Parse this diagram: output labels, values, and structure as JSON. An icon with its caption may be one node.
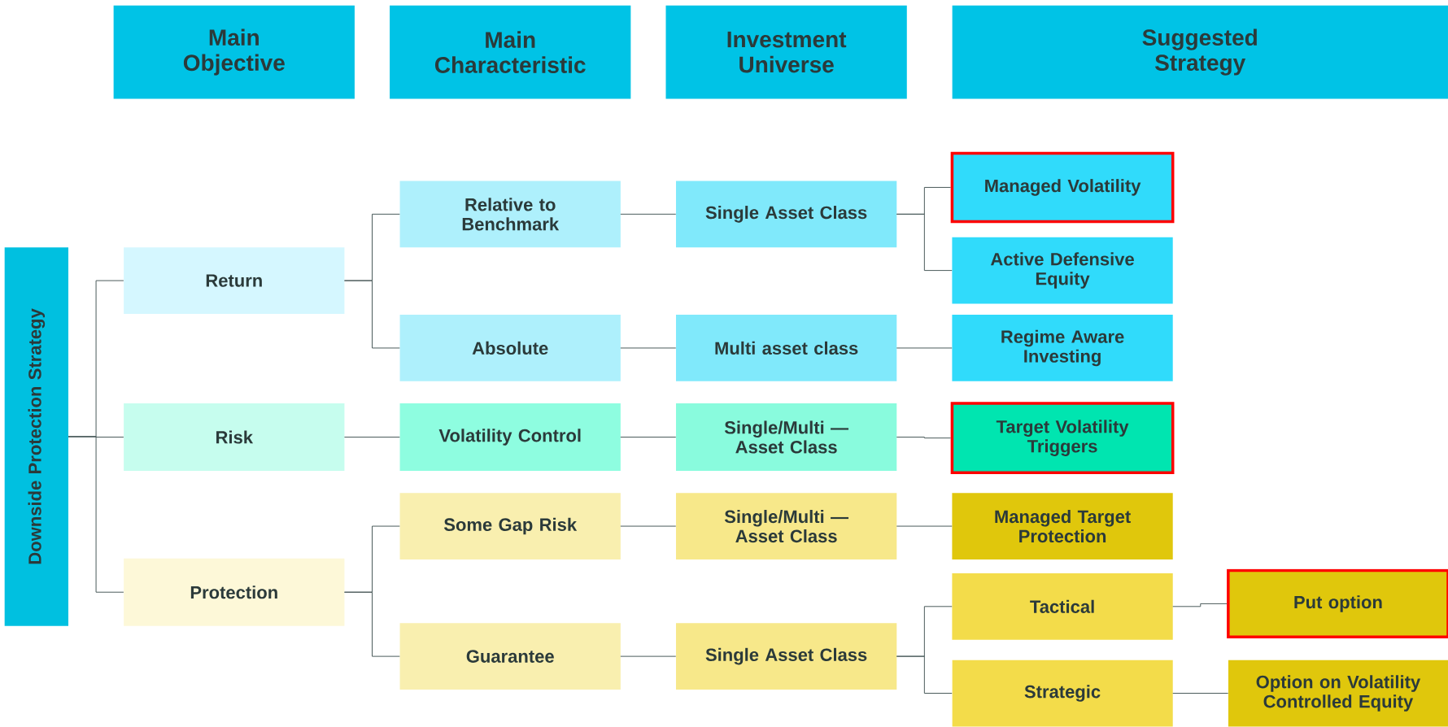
{
  "diagram": {
    "nodes": [
      {
        "text": [
          "Main Objective"
        ]
      },
      {
        "text": [
          "Main Characteristic"
        ]
      },
      {
        "text": [
          "Investment Universe"
        ]
      },
      {
        "text": [
          "Suggested Strategy"
        ]
      },
      {
        "text": [
          "Downside Protection Strategy"
        ]
      },
      {
        "text": [
          "Return"
        ]
      },
      {
        "text": [
          "Risk"
        ]
      },
      {
        "text": [
          "Protection"
        ]
      },
      {
        "text": [
          "Relative to Benchmark"
        ]
      },
      {
        "text": [
          "Absolute"
        ]
      },
      {
        "text": [
          "Volatility Control"
        ]
      },
      {
        "text": [
          "Some Gap Risk"
        ]
      },
      {
        "text": [
          "Guarantee"
        ]
      },
      {
        "text": [
          "Single Asset Class"
        ]
      },
      {
        "text": [
          "Multi asset class"
        ]
      },
      {
        "text": [
          "Single/Multi — Asset Class"
        ]
      },
      {
        "text": [
          "Single/Multi — Asset Class"
        ]
      },
      {
        "text": [
          "Single Asset Class"
        ]
      },
      {
        "text": [
          "Managed Volatility"
        ]
      },
      {
        "text": [
          "Active Defensive Equity"
        ]
      },
      {
        "text": [
          "Regime Aware Investing"
        ]
      },
      {
        "text": [
          "Target Volatility Triggers"
        ]
      },
      {
        "text": [
          "Managed Target Protection"
        ]
      },
      {
        "text": [
          "Tactical"
        ]
      },
      {
        "text": [
          "Strategic"
        ]
      },
      {
        "text": [
          "Put option"
        ]
      },
      {
        "text": [
          "Option on Volatility Controlled Equity"
        ]
      }
    ],
    "edges": [
      {
        "from": 4,
        "to": 5,
        "arrow": "none"
      },
      {
        "from": 4,
        "to": 6,
        "arrow": "none"
      },
      {
        "from": 4,
        "to": 7,
        "arrow": "none"
      },
      {
        "from": 5,
        "to": 8,
        "arrow": "none"
      },
      {
        "from": 5,
        "to": 9,
        "arrow": "none"
      },
      {
        "from": 6,
        "to": 10,
        "arrow": "none"
      },
      {
        "from": 7,
        "to": 11,
        "arrow": "none"
      },
      {
        "from": 7,
        "to": 12,
        "arrow": "none"
      },
      {
        "from": 8,
        "to": 13,
        "arrow": "none"
      },
      {
        "from": 9,
        "to": 14,
        "arrow": "none"
      },
      {
        "from": 10,
        "to": 15,
        "arrow": "none"
      },
      {
        "from": 11,
        "to": 16,
        "arrow": "none"
      },
      {
        "from": 12,
        "to": 17,
        "arrow": "none"
      },
      {
        "from": 13,
        "to": 18,
        "arrow": "none"
      },
      {
        "from": 13,
        "to": 19,
        "arrow": "none"
      },
      {
        "from": 14,
        "to": 20,
        "arrow": "none"
      },
      {
        "from": 15,
        "to": 21,
        "arrow": "none"
      },
      {
        "from": 16,
        "to": 22,
        "arrow": "none"
      },
      {
        "from": 17,
        "to": 23,
        "arrow": "none"
      },
      {
        "from": 17,
        "to": 24,
        "arrow": "none"
      },
      {
        "from": 23,
        "to": 25,
        "arrow": "none"
      },
      {
        "from": 24,
        "to": 26,
        "arrow": "none"
      }
    ]
  }
}
